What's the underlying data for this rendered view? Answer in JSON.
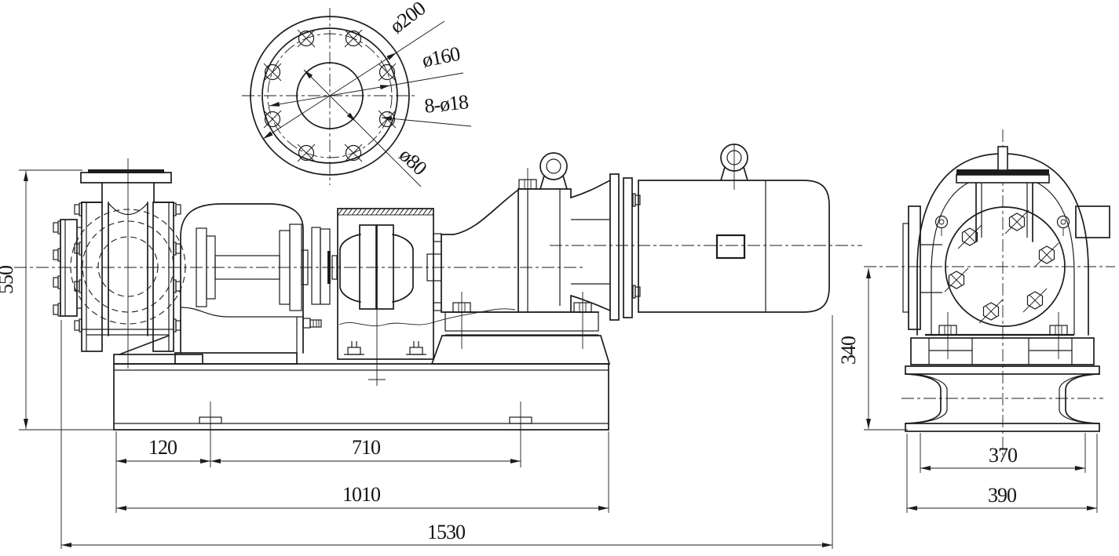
{
  "drawing": {
    "background": "#ffffff",
    "line_color": "#1c1c1c",
    "flange_detail": {
      "outer_diameter": "ø200",
      "bolt_circle_diameter": "ø160",
      "bolt_holes": "8-ø18",
      "bore_diameter": "ø80"
    },
    "side_view": {
      "overall_height": "550",
      "anchor_offset": "120",
      "anchor_spacing": "710",
      "baseplate_length": "1010",
      "overall_length": "1530"
    },
    "end_view": {
      "shaft_height": "340",
      "pedestal_width": "370",
      "base_width": "390"
    }
  }
}
